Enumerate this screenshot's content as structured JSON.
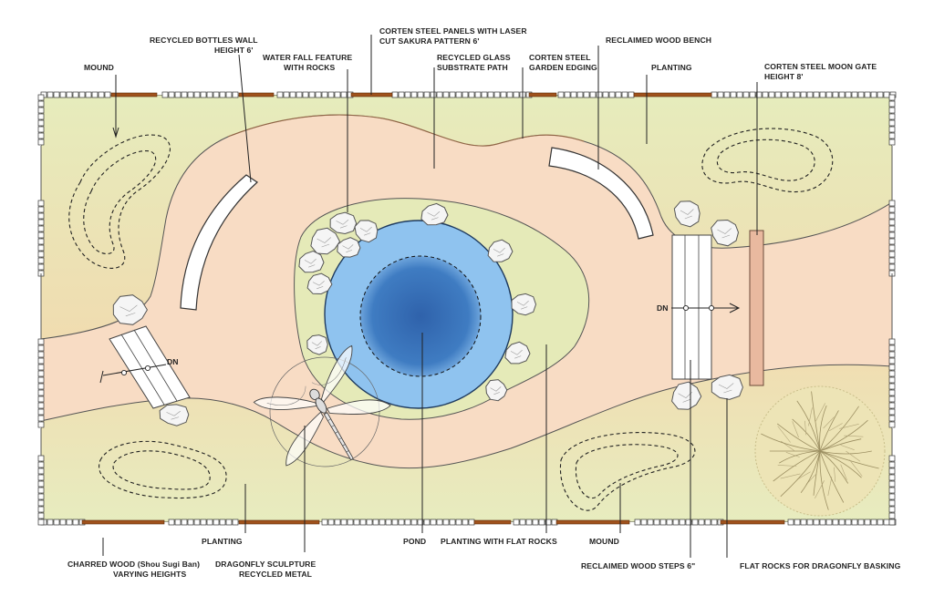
{
  "labels": {
    "mound_left": "MOUND",
    "bottles_wall_1": "RECYCLED BOTTLES WALL",
    "bottles_wall_2": "HEIGHT 6'",
    "waterfall_1": "WATER FALL FEATURE",
    "waterfall_2": "WITH ROCKS",
    "corten_panels_1": "CORTEN STEEL PANELS WITH LASER",
    "corten_panels_2": "CUT SAKURA PATTERN 6'",
    "glass_path_1": "RECYCLED GLASS",
    "glass_path_2": "SUBSTRATE PATH",
    "edging_1": "CORTEN STEEL",
    "edging_2": "GARDEN EDGING",
    "bench": "RECLAIMED WOOD BENCH",
    "planting_top": "PLANTING",
    "moon_gate_1": "CORTEN STEEL MOON GATE",
    "moon_gate_2": "HEIGHT 8'",
    "planting_bottom": "PLANTING",
    "charred_wood_1": "CHARRED WOOD (Shou Sugi Ban)",
    "charred_wood_2": "VARYING HEIGHTS",
    "dragonfly_1": "DRAGONFLY SCULPTURE",
    "dragonfly_2": "RECYCLED METAL",
    "pond": "POND",
    "flat_rocks_planting": "PLANTING WITH FLAT ROCKS",
    "mound_right": "MOUND",
    "steps": "RECLAIMED WOOD STEPS  6\"",
    "basking": "FLAT ROCKS FOR DRAGONFLY BASKING",
    "dn_left": "DN",
    "dn_right": "DN"
  },
  "colors": {
    "planting_light": "#e8ecbc",
    "planting_warm": "#f1dcb0",
    "path": "#f8dcc4",
    "pond_outer": "#8fc3ef",
    "pond_inner": "#3f79bf",
    "corten": "#a0521c",
    "moon_gate": "#e9b99f",
    "tree": "#ede4b6"
  },
  "icons": {
    "dragonfly": "dragonfly-icon",
    "rock": "rock-icon",
    "tree": "tree-canopy-icon",
    "arrow": "direction-arrow-icon"
  }
}
